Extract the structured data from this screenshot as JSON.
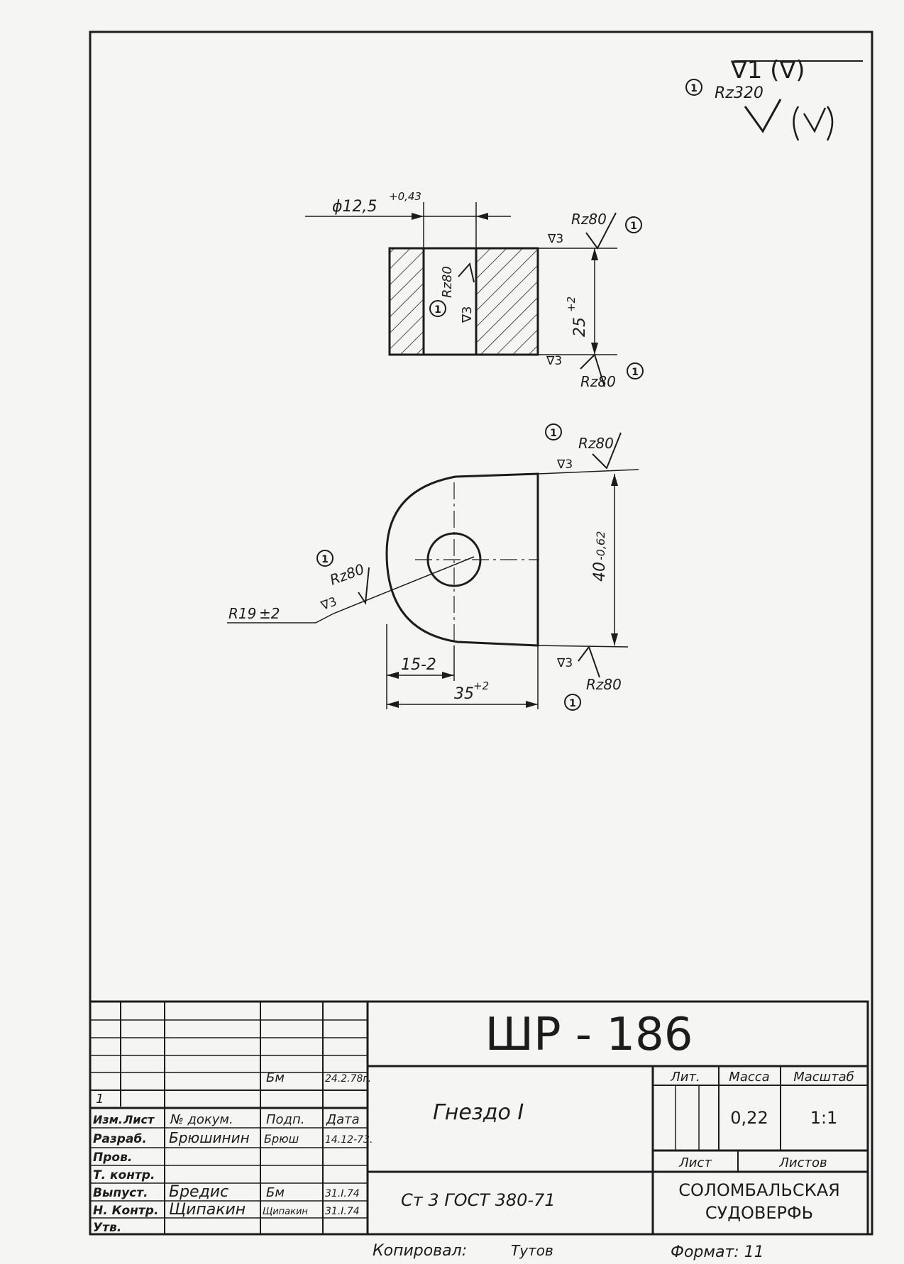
{
  "surface_top": {
    "note_num": "1",
    "rz": "Rz320",
    "general": "∇1 (∇)"
  },
  "top_view": {
    "diameter": "ϕ12,5",
    "diameter_tol": "+0,43",
    "height": "25",
    "height_tol": "+2",
    "top_rz": "Rz80",
    "top_note": "1",
    "top_class": "∇3",
    "bottom_rz": "Rz80",
    "bottom_note": "1",
    "bottom_class": "∇3",
    "hole_rz": "Rz80",
    "hole_note": "1",
    "hole_class": "∇3"
  },
  "front_view": {
    "width": "40",
    "width_tol": "-0,62",
    "top_note": "1",
    "top_rz": "Rz80",
    "top_class": "∇3",
    "bottom_note": "1",
    "bottom_rz": "Rz80",
    "bottom_class": "∇3",
    "arc_note": "1",
    "arc_rz": "Rz80",
    "arc_class": "∇3",
    "radius": "R19",
    "radius_tol": "±2",
    "dim_15": "15-2",
    "dim_35": "35",
    "dim_35_tol": "+2"
  },
  "title_block": {
    "drawing_number": "ШР - 186",
    "part_name": "Гнездо I",
    "material": "Ст 3   ГОСТ 380-71",
    "company_line1": "СОЛОМБАЛЬСКАЯ",
    "company_line2": "СУДОВЕРФЬ",
    "rev": {
      "num": "1",
      "sig": "Бм",
      "date": "24.2.78г."
    },
    "col_headers": {
      "izm": "Изм.",
      "list": "Лист",
      "doc": "№ докум.",
      "sign": "Подп.",
      "date": "Дата"
    },
    "roles": {
      "razrab": "Разраб.",
      "prov": "Пров.",
      "tkontr": "Т. контр.",
      "vypusk": "Выпуст.",
      "nkontr": "Н. Контр.",
      "utv": "Утв."
    },
    "razrab_name": "Брюшинин",
    "razrab_sig": "Брюш",
    "razrab_date": "14.12-73.",
    "vypusk_name": "Бредис",
    "vypusk_sig": "Бм",
    "vypusk_date": "31.I.74",
    "nkontr_name": "Щипакин",
    "nkontr_sig": "Щипакин",
    "nkontr_date": "31.I.74",
    "lit_label": "Лит.",
    "mass_label": "Масса",
    "mass_value": "0,22",
    "scale_label": "Масштаб",
    "scale_value": "1:1",
    "sheet_label": "Лист",
    "sheets_label": "Листов"
  },
  "footer": {
    "copied_label": "Копировал:",
    "copied_sig": "Тутов",
    "format_label": "Формат: 11"
  }
}
